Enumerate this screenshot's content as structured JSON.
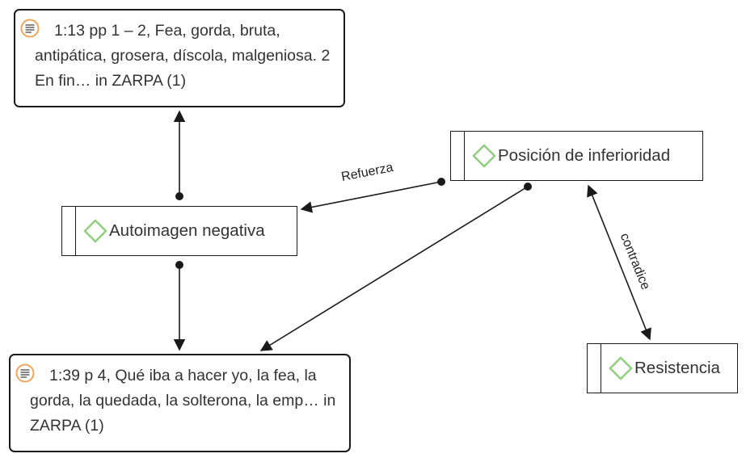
{
  "quotes": [
    {
      "id": "q1",
      "text": "1:13 pp 1 – 2, Fea, gorda, bruta, antipática, grosera, díscola, malgeniosa. 2  En fin… in ZARPA (1)",
      "icon": "quotation-icon"
    },
    {
      "id": "q2",
      "text": "1:39 p 4, Qué iba a hacer yo, la fea, la gorda, la quedada, la solterona, la emp… in ZARPA (1)",
      "icon": "quotation-icon"
    }
  ],
  "codes": [
    {
      "id": "c1",
      "label": "Autoimagen negativa",
      "icon": "code-diamond-icon"
    },
    {
      "id": "c2",
      "label": "Posición de inferioridad",
      "icon": "code-diamond-icon"
    },
    {
      "id": "c3",
      "label": "Resistencia",
      "icon": "code-diamond-icon"
    }
  ],
  "relations": [
    {
      "from": "c1",
      "to": "q1",
      "label": ""
    },
    {
      "from": "c1",
      "to": "q2",
      "label": ""
    },
    {
      "from": "c2",
      "to": "c1",
      "label": "Refuerza"
    },
    {
      "from": "c2",
      "to": "q2",
      "label": ""
    },
    {
      "from": "c2",
      "to": "c3",
      "label": "contradice",
      "bidirectional": true
    }
  ],
  "colors": {
    "border": "#1a1a1a",
    "code_icon": "#8fce7c",
    "quote_icon_ring": "#f0a45b",
    "quote_icon_lines": "#7a7a7a"
  }
}
